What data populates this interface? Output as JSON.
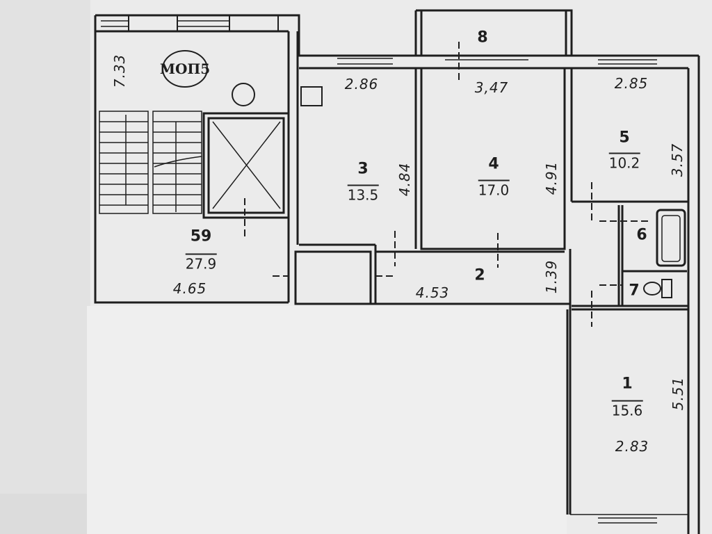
{
  "plan": {
    "common_area_tag": "МОП5",
    "rooms": [
      {
        "id": "59",
        "number": "59",
        "area": "27.9",
        "dims": [
          "7.33",
          "4.65"
        ]
      },
      {
        "id": "3",
        "number": "3",
        "area": "13.5",
        "dims": [
          "2.86",
          "4.84"
        ]
      },
      {
        "id": "4",
        "number": "4",
        "area": "17.0",
        "dims": [
          "3,47",
          "4.91"
        ]
      },
      {
        "id": "5",
        "number": "5",
        "area": "10.2",
        "dims": [
          "2.85",
          "3.57"
        ]
      },
      {
        "id": "2",
        "number": "2",
        "dims": [
          "4.53",
          "1.39"
        ]
      },
      {
        "id": "1",
        "number": "1",
        "area": "15.6",
        "dims": [
          "2.83",
          "5.51"
        ]
      },
      {
        "id": "6",
        "number": "6"
      },
      {
        "id": "7",
        "number": "7"
      },
      {
        "id": "8",
        "number": "8"
      }
    ]
  },
  "colors": {
    "paper": "#e9e9e9",
    "wall": "#1e1e1e",
    "margin": "#dcdcdc"
  }
}
